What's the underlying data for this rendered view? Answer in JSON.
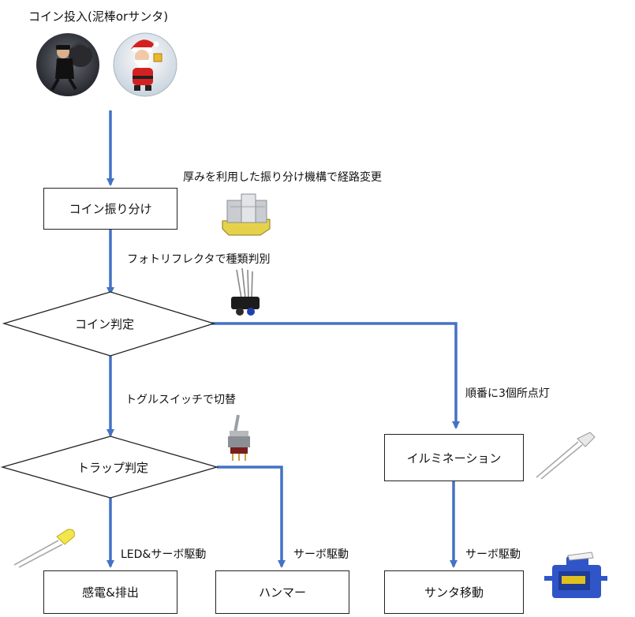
{
  "title": "コイン投入(泥棒orサンタ)",
  "nodes": {
    "coin_sort": "コイン振り分け",
    "coin_judge": "コイン判定",
    "trap_judge": "トラップ判定",
    "illumination": "イルミネーション",
    "shock_eject": "感電&排出",
    "hammer": "ハンマー",
    "santa_move": "サンタ移動"
  },
  "notes": {
    "sort_mechanism": "厚みを利用した振り分け機構で経路変更",
    "photo_reflector": "フォトリフレクタで種類判別",
    "toggle_switch": "トグルスイッチで切替",
    "sequential_light": "順番に3個所点灯",
    "led_servo": "LED&サーボ駆動",
    "servo_hammer": "サーボ駆動",
    "servo_santa": "サーボ駆動"
  },
  "icons": [
    "thief-icon",
    "santa-icon",
    "coin-mechanism-icon",
    "photo-reflector-icon",
    "toggle-switch-icon",
    "led-bulb-icon",
    "yellow-led-icon",
    "servo-motor-icon"
  ],
  "colors": {
    "arrow": "#4472c4",
    "border": "#222222"
  }
}
